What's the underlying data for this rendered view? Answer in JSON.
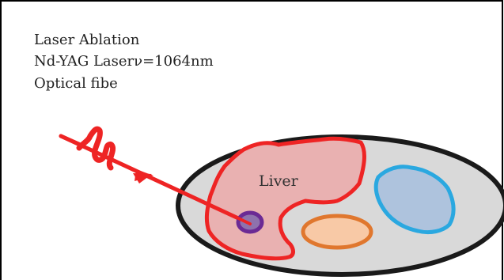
{
  "caption": {
    "title": "Laser Ablation",
    "laser_line": "Nd-YAG Laserν=1064nm",
    "fiber_line": "Optical fibe"
  },
  "organ": {
    "label": "Liver"
  },
  "colors": {
    "frame": "#000000",
    "body_fill": "#d9d9d9",
    "body_stroke": "#1a1a1a",
    "liver_fill": "#e9b1b1",
    "liver_stroke": "#ee2424",
    "laser": "#ee2424",
    "blue_fill": "#aec3dd",
    "blue_stroke": "#2aa8e0",
    "orange_fill": "#f8c9a6",
    "orange_stroke": "#e0772e",
    "tumor_fill": "#8e72ad",
    "tumor_stroke": "#6b2a94"
  }
}
